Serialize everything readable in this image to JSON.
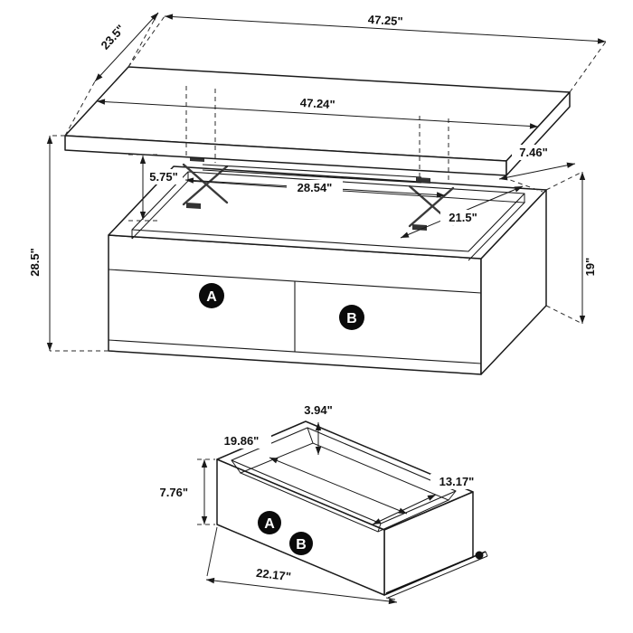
{
  "colors": {
    "line": "#1a1a1a",
    "dimension_text": "#111111",
    "badge_background": "#0a0a0a",
    "badge_text": "#ffffff",
    "background": "#ffffff"
  },
  "table_view": {
    "dims": {
      "top_length": "47.25\"",
      "top_depth": "23.5\"",
      "surface_length": "47.24\"",
      "lift_gap_right": "7.46\"",
      "lift_gap_left": "5.75\"",
      "inner_width": "28.54\"",
      "inner_depth": "21.5\"",
      "overall_height": "28.5\"",
      "base_height": "19\""
    },
    "labels": {
      "drawer_a": "A",
      "drawer_b": "B"
    }
  },
  "drawer_view": {
    "dims": {
      "back_height": "3.94\"",
      "inner_length": "19.86\"",
      "inner_width": "13.17\"",
      "front_height": "7.76\"",
      "outer_length": "22.17\""
    },
    "labels": {
      "drawer_a": "A",
      "drawer_b": "B"
    }
  }
}
